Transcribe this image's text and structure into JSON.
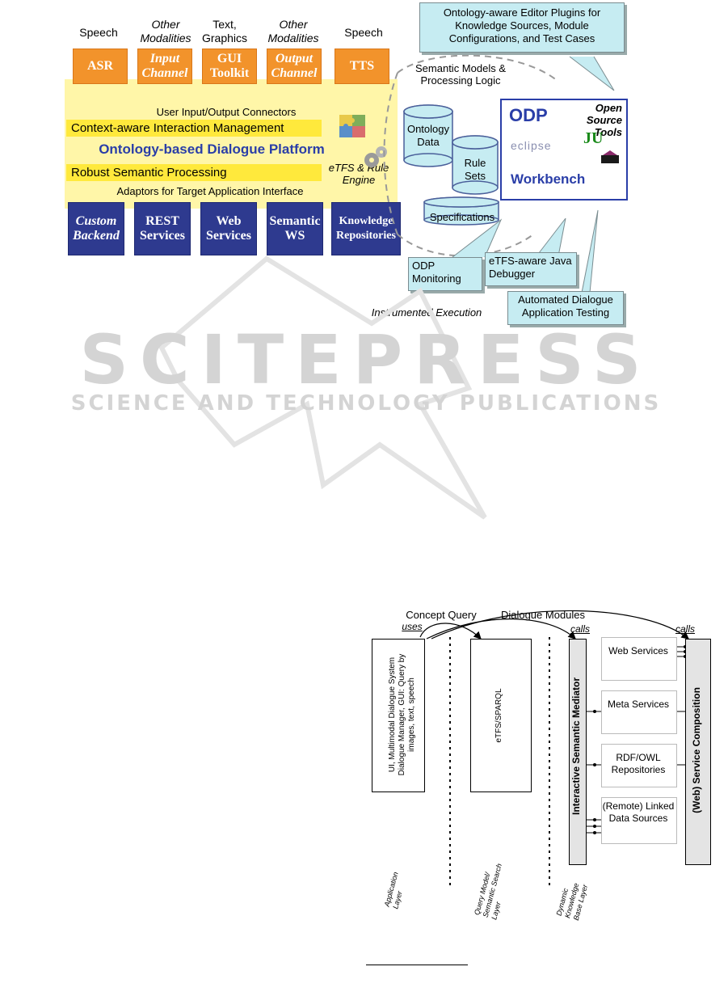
{
  "top_diagram": {
    "modality_labels": [
      "Speech",
      "Other Modalities",
      "Text, Graphics",
      "Other Modalities",
      "Speech"
    ],
    "input_output_boxes": [
      "ASR",
      "Input Channel",
      "GUI Toolkit",
      "Output Channel",
      "TTS"
    ],
    "user_io_connectors": "User Input/Output Connectors",
    "interaction_management": "Context-aware Interaction Management",
    "platform_title": "Ontology-based Dialogue Platform",
    "semantic_processing": "Robust Semantic Processing",
    "rule_engine": "eTFS & Rule Engine",
    "adaptors": "Adaptors for Target Application Interface",
    "backend_boxes": [
      "Custom Backend",
      "REST Services",
      "Web Services",
      "Semantic WS",
      "Knowledge Repositories"
    ],
    "editor_callout": "Ontology-aware Editor Plugins for Knowledge Sources, Module Configurations, and Test Cases",
    "semantic_models": "Semantic Models & Processing Logic",
    "ontology_data": "Ontology Data",
    "rule_sets": "Rule Sets",
    "specifications": "Specifications",
    "workbench": {
      "odp": "ODP",
      "open_source_tools": "Open Source Tools",
      "eclipse": "eclipse",
      "junit": "JU",
      "workbench_label": "Workbench"
    },
    "odp_monitoring": "ODP Monitoring",
    "etfs_debugger": "eTFS-aware Java Debugger",
    "automated_testing": "Automated Dialogue Application Testing",
    "instrumented_execution": "Instrumented Execution"
  },
  "watermark": {
    "main": "SCITEPRESS",
    "sub": "SCIENCE AND TECHNOLOGY PUBLICATIONS"
  },
  "bottom_diagram": {
    "concept_query": "Concept Query",
    "dialogue_modules": "Dialogue Modules",
    "uses": "uses",
    "calls_1": "calls",
    "calls_2": "calls",
    "app_box": "UI, Multimodal Dialogue System Dialogue Manager, GUI: Query by images, text, speech",
    "etfs_box": "eTFS/SPARQL",
    "mediator": "Interactive Semantic Mediator",
    "composition": "(Web) Service Composition",
    "services": [
      "Web Services",
      "Meta Services",
      "RDF/OWL Repositories",
      "(Remote) Linked Data Sources"
    ],
    "layers": [
      "Application Layer",
      "Query Model/ Semantic Search Layer",
      "Dynamic Knowledge Base Layer"
    ]
  }
}
